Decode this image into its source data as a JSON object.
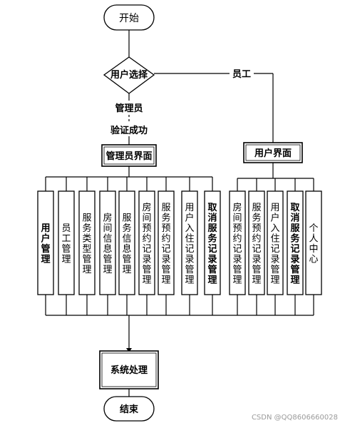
{
  "start": "开始",
  "decision": "用户选择",
  "branch_admin": "管理员",
  "branch_staff": "员工",
  "verify": "验证成功",
  "admin_ui": "管理员界面",
  "user_ui": "用户界面",
  "admin_modules": [
    {
      "label": "用户管理",
      "bold": true
    },
    {
      "label": "员工管理",
      "bold": false
    },
    {
      "label": "服务类型管理",
      "bold": false
    },
    {
      "label": "房间信息管理",
      "bold": false
    },
    {
      "label": "服务信息管理",
      "bold": false
    },
    {
      "label": "房间预约记录管理",
      "bold": false
    },
    {
      "label": "服务预约记录管理",
      "bold": false
    },
    {
      "label": "用户入住记录管理",
      "bold": false
    },
    {
      "label": "取消服务记录管理",
      "bold": true
    }
  ],
  "user_modules": [
    {
      "label": "房间预约记录管理",
      "bold": false
    },
    {
      "label": "服务预约记录管理",
      "bold": false
    },
    {
      "label": "用户入住记录管理",
      "bold": false
    },
    {
      "label": "取消服务记录管理",
      "bold": true
    },
    {
      "label": "个人中心",
      "bold": false
    }
  ],
  "process": "系统处理",
  "end": "结束",
  "watermark": "CSDN @QQ8606660028"
}
